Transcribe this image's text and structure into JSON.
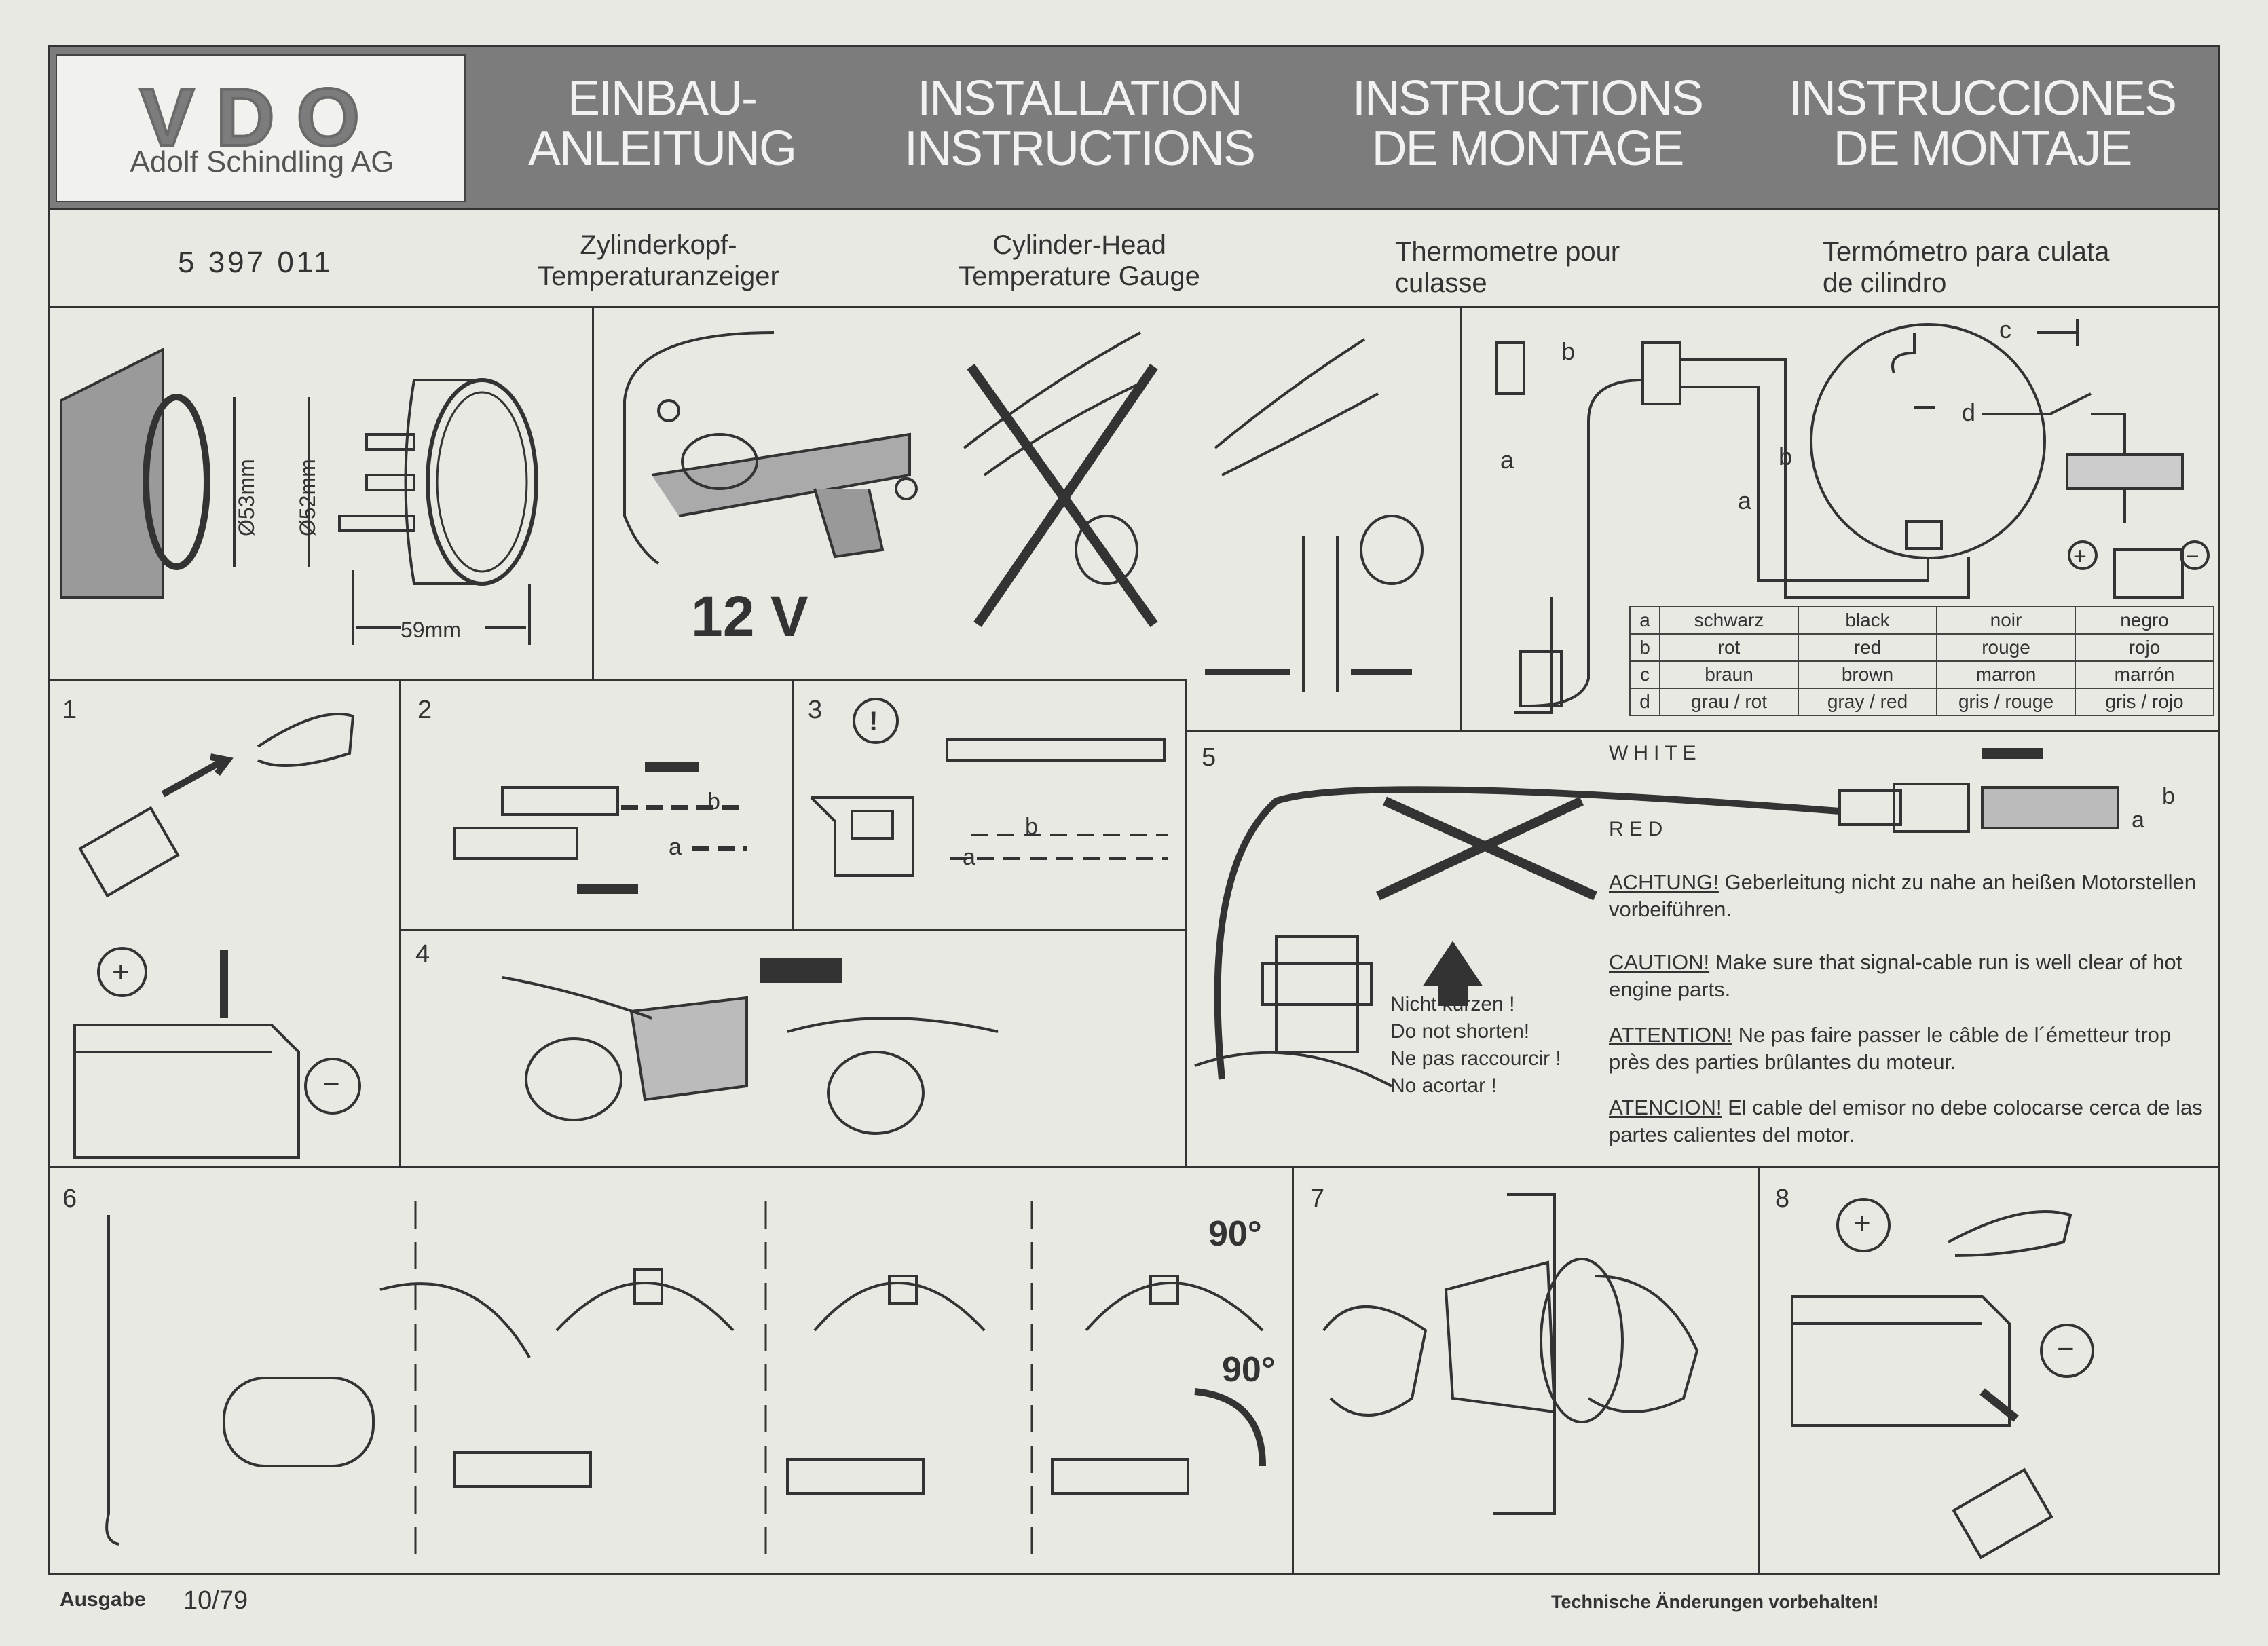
{
  "header": {
    "brand": "VDO",
    "company": "Adolf Schindling AG",
    "titles": [
      {
        "line1": "EINBAU-",
        "line2": "ANLEITUNG"
      },
      {
        "line1": "INSTALLATION",
        "line2": "INSTRUCTIONS"
      },
      {
        "line1": "INSTRUCTIONS",
        "line2": "DE MONTAGE"
      },
      {
        "line1": "INSTRUCCIONES",
        "line2": "DE MONTAJE"
      }
    ]
  },
  "subheader": {
    "part_number": "5 397 011",
    "descriptions": [
      {
        "line1": "Zylinderkopf-",
        "line2": "Temperaturanzeiger"
      },
      {
        "line1": "Cylinder-Head",
        "line2": "Temperature  Gauge"
      },
      {
        "line1": "Thermometre pour",
        "line2": "culasse"
      },
      {
        "line1": "Termómetro para culata",
        "line2": "de cilindro"
      }
    ]
  },
  "dimensions": {
    "outer": "Ø53mm",
    "inner": "Ø52mm",
    "depth": "59mm"
  },
  "voltage": "12 V",
  "wiring_labels": {
    "a": "a",
    "b": "b",
    "c": "c",
    "d": "d"
  },
  "color_table": {
    "rows": [
      {
        "key": "a",
        "de": "schwarz",
        "en": "black",
        "fr": "noir",
        "es": "negro"
      },
      {
        "key": "b",
        "de": "rot",
        "en": "red",
        "fr": "rouge",
        "es": "rojo"
      },
      {
        "key": "c",
        "de": "braun",
        "en": "brown",
        "fr": "marron",
        "es": "marrón"
      },
      {
        "key": "d",
        "de": "grau / rot",
        "en": "gray / red",
        "fr": "gris / rouge",
        "es": "gris / rojo"
      }
    ]
  },
  "steps": {
    "s1": "1",
    "s2": "2",
    "s3": "3",
    "s4": "4",
    "s5": "5",
    "s6": "6",
    "s7": "7",
    "s8": "8"
  },
  "symbols": {
    "plus": "+",
    "minus": "−",
    "exclaim": "!",
    "angle": "90°"
  },
  "step5": {
    "wire_white": "WHITE",
    "wire_red": "RED",
    "no_shorten": [
      "Nicht kürzen !",
      "Do not shorten!",
      "Ne pas raccourcir !",
      "No acortar !"
    ],
    "warnings": [
      {
        "label": "ACHTUNG!",
        "text": "Geberleitung nicht zu nahe an heißen Motorstellen vorbeiführen."
      },
      {
        "label": "CAUTION!",
        "text": "Make sure that signal-cable run is well clear of hot engine parts."
      },
      {
        "label": "ATTENTION!",
        "text": "Ne pas faire passer le câble de l´émetteur trop près des parties brûlantes du moteur."
      },
      {
        "label": "ATENCION!",
        "text": "El cable del emisor no debe colocarse cerca de las partes calientes del motor."
      }
    ]
  },
  "footer": {
    "edition_label": "Ausgabe",
    "edition_value": "10/79",
    "notice": "Technische Änderungen vorbehalten!"
  }
}
